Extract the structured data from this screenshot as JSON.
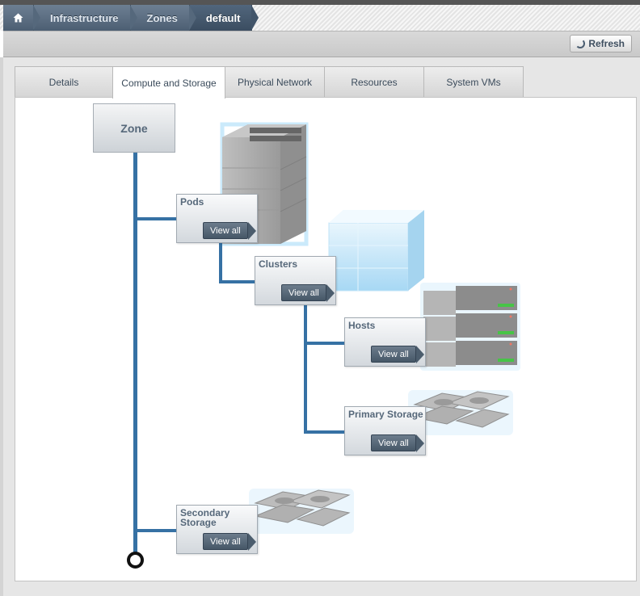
{
  "breadcrumb": {
    "home_icon": "home-icon",
    "items": [
      "Infrastructure",
      "Zones",
      "default"
    ]
  },
  "toolbar": {
    "refresh_label": "Refresh",
    "refresh_icon": "refresh-icon"
  },
  "tabs": [
    "Details",
    "Compute and Storage",
    "Physical Network",
    "Resources",
    "System VMs"
  ],
  "active_tab": "Compute and Storage",
  "tree": {
    "zone": "Zone",
    "pods": {
      "title": "Pods",
      "action": "View all",
      "icon": "rack-icon"
    },
    "clusters": {
      "title": "Clusters",
      "action": "View all",
      "icon": "cluster-icon"
    },
    "hosts": {
      "title": "Hosts",
      "action": "View all",
      "icon": "server-icon"
    },
    "primary_storage": {
      "title": "Primary Storage",
      "action": "View all",
      "icon": "disk-stack-icon"
    },
    "secondary_storage": {
      "title": "Secondary Storage",
      "action": "View all",
      "icon": "disk-stack-icon"
    }
  },
  "colors": {
    "tree_line": "#3671a4",
    "breadcrumb": "#55687c",
    "glow": "#9fd3f5"
  }
}
